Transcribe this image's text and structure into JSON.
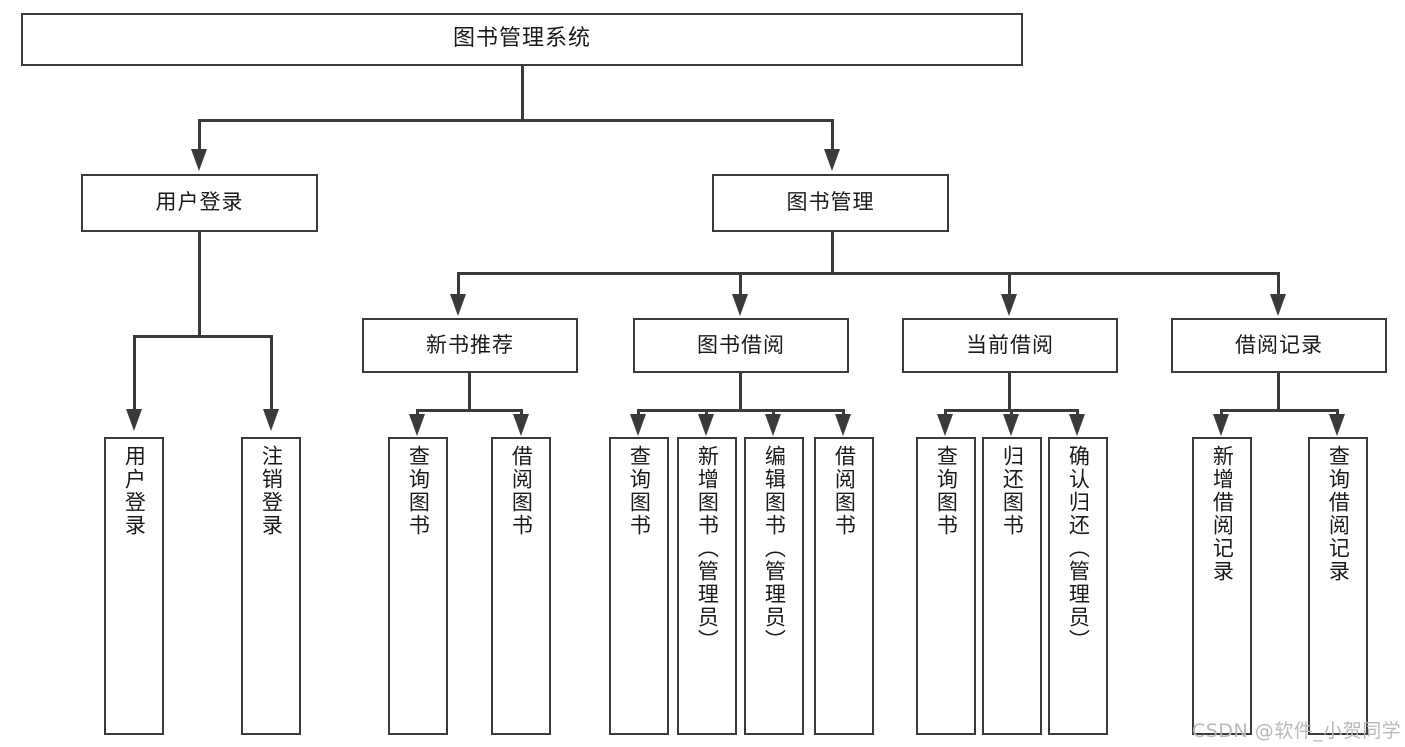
{
  "diagram": {
    "type": "tree",
    "title": "图书管理系统",
    "watermark": "CSDN @软件_小贺同学",
    "colors": {
      "background": "#ffffff",
      "stroke": "#3a3a3a",
      "text": "#1a1a1a",
      "watermark": "#b9b9b9"
    },
    "root": {
      "label": "图书管理系统"
    },
    "level2": [
      {
        "label": "用户登录"
      },
      {
        "label": "图书管理"
      }
    ],
    "level3": [
      {
        "label": "新书推荐"
      },
      {
        "label": "图书借阅"
      },
      {
        "label": "当前借阅"
      },
      {
        "label": "借阅记录"
      }
    ],
    "leaves": {
      "user_login": [
        {
          "label": "用户登录"
        },
        {
          "label": "注销登录"
        }
      ],
      "new_book_recommend": [
        {
          "label": "查询图书"
        },
        {
          "label": "借阅图书"
        }
      ],
      "book_borrow": [
        {
          "label": "查询图书"
        },
        {
          "label": "新增图书（管理员）"
        },
        {
          "label": "编辑图书（管理员）"
        },
        {
          "label": "借阅图书"
        }
      ],
      "current_borrow": [
        {
          "label": "查询图书"
        },
        {
          "label": "归还图书"
        },
        {
          "label": "确认归还（管理员）"
        }
      ],
      "borrow_record": [
        {
          "label": "新增借阅记录"
        },
        {
          "label": "查询借阅记录"
        }
      ]
    }
  }
}
